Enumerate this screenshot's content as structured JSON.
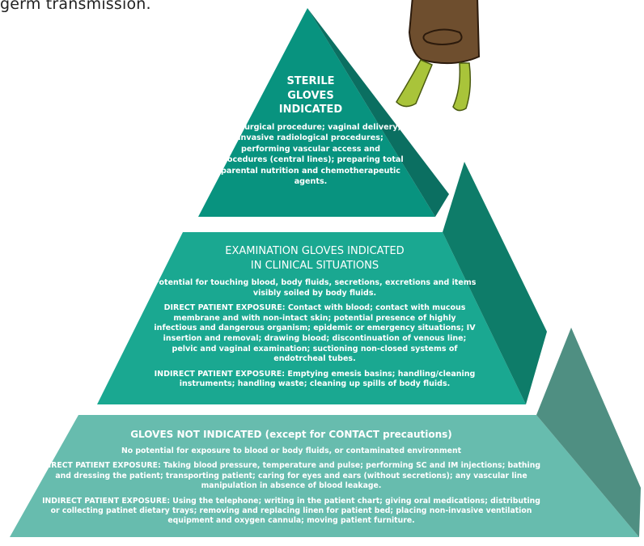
{
  "caption": "germ transmission.",
  "colors": {
    "tier1_front": "#08937f",
    "tier1_side": "#0b6f61",
    "tier2_front": "#1aa891",
    "tier2_side": "#0e7c69",
    "tier3_front": "#67bcae",
    "tier3_side": "#4f8f82",
    "mascot_body": "#6e4e2e",
    "mascot_legs": "#a9c43a"
  },
  "tiers": [
    {
      "title_lines": [
        "STERILE",
        "GLOVES",
        "INDICATED"
      ],
      "paragraphs": [
        "Any surgical procedure; vaginal delivery; invasive radiological procedures; performing vascular access and procedures (central lines); preparing total parental nutrition and chemotherapeutic agents."
      ]
    },
    {
      "title_lines": [
        "EXAMINATION GLOVES INDICATED",
        "IN CLINICAL SITUATIONS"
      ],
      "paragraphs": [
        "Potential for touching blood, body fluids, secretions, excretions and items visibly soiled by body fluids.",
        "DIRECT PATIENT EXPOSURE: Contact with blood; contact with mucous membrane and with non-intact skin; potential presence of highly infectious and dangerous organism; epidemic or emergency situations; IV insertion and removal; drawing blood; discontinuation of venous line; pelvic and vaginal examination; suctioning non-closed systems of endotrcheal tubes.",
        "INDIRECT PATIENT EXPOSURE: Emptying emesis basins; handling/cleaning instruments; handling waste; cleaning up spills of body fluids."
      ]
    },
    {
      "title_lines": [
        "GLOVES NOT INDICATED (except for CONTACT precautions)"
      ],
      "paragraphs": [
        "No potential for exposure to blood or body fluids, or contaminated environment",
        "DIRECT PATIENT EXPOSURE: Taking blood pressure, temperature and pulse; performing SC and IM injections; bathing and dressing the patient; transporting patient; caring for eyes and ears (without secretions); any vascular line manipulation in absence of blood leakage.",
        "INDIRECT PATIENT EXPOSURE: Using the telephone; writing in the patient chart; giving oral medications; distributing or collecting patinet dietary trays; removing and replacing linen for patient bed; placing non-invasive ventilation equipment and oxygen cannula; moving patient furniture."
      ]
    }
  ]
}
